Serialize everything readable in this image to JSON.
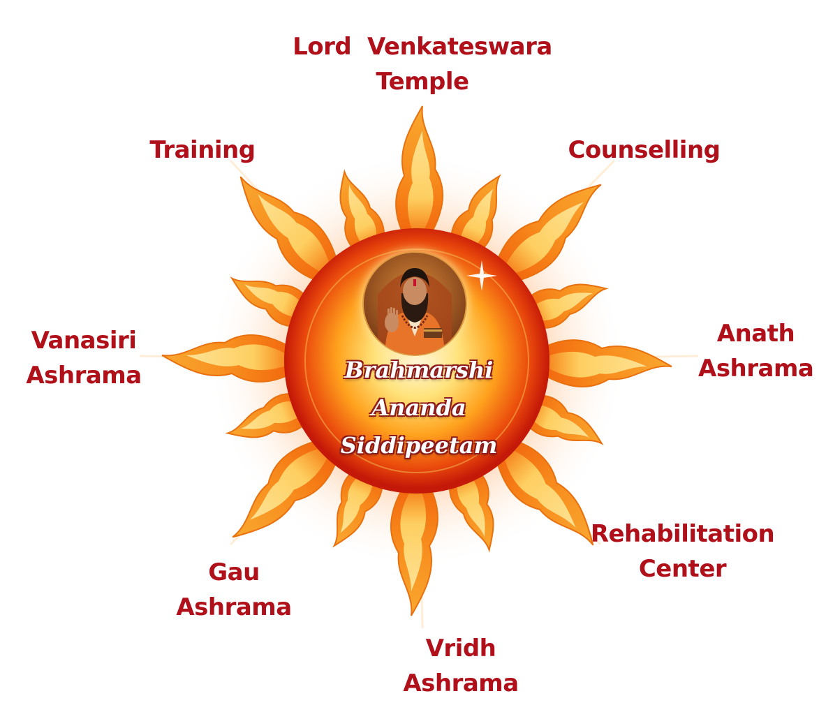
{
  "center": {
    "title_lines": [
      "Brahmarshi",
      "Ananda",
      "Siddipeetam"
    ]
  },
  "branches": [
    {
      "id": "venkateswara",
      "lines": [
        "Lord  Venkateswara",
        "Temple"
      ]
    },
    {
      "id": "counselling",
      "lines": [
        "Counselling"
      ]
    },
    {
      "id": "anath",
      "lines": [
        "Anath",
        "Ashrama"
      ]
    },
    {
      "id": "rehabilitation",
      "lines": [
        "Rehabilitation",
        "Center"
      ]
    },
    {
      "id": "vridh",
      "lines": [
        "Vridh",
        "Ashrama"
      ]
    },
    {
      "id": "gau",
      "lines": [
        "Gau",
        "Ashrama"
      ]
    },
    {
      "id": "vanasiri",
      "lines": [
        "Vanasiri",
        "Ashrama"
      ]
    },
    {
      "id": "training",
      "lines": [
        "Training"
      ]
    }
  ],
  "colors": {
    "label_text": "#b0101a",
    "flame_outer": "#f07a10",
    "flame_inner": "#ffd24a",
    "sun_core": "#ffb830",
    "sun_edge": "#d8220a"
  },
  "icons": {
    "portrait": "guru-portrait-icon",
    "sun": "sun-flame-icon"
  }
}
